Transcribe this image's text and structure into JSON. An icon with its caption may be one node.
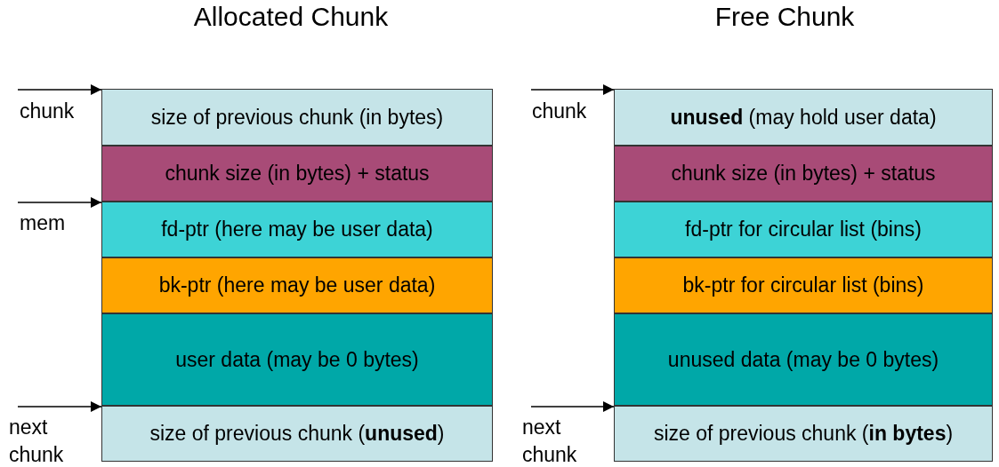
{
  "diagram": {
    "nodes": [
      {
        "text": [
          "chunk"
        ]
      },
      {
        "text": [
          "size of previous chunk (in bytes)"
        ]
      },
      {
        "text": [
          "chunk size (in bytes) + status"
        ]
      },
      {
        "text": [
          "mem"
        ]
      },
      {
        "text": [
          "fd-ptr (here may be user data)"
        ]
      },
      {
        "text": [
          "bk-ptr (here may be user data)"
        ]
      },
      {
        "text": [
          "user data (may be 0 bytes)"
        ]
      },
      {
        "text": [
          "next chunk"
        ]
      },
      {
        "text": [
          "size of previous chunk (**unused**)"
        ]
      },
      {
        "text": [
          "chunk"
        ]
      },
      {
        "text": [
          "**unused** (may hold user data)"
        ]
      },
      {
        "text": [
          "chunk size (in bytes) + status"
        ]
      },
      {
        "text": [
          "fd-ptr for circular list (bins)"
        ]
      },
      {
        "text": [
          "bk-ptr for circular list (bins)"
        ]
      },
      {
        "text": [
          "unused data (may be 0 bytes)"
        ]
      },
      {
        "text": [
          "next chunk"
        ]
      },
      {
        "text": [
          "size of previous chunk (**in bytes**)"
        ]
      }
    ],
    "edges": [
      {
        "from": 0,
        "to": 1,
        "arrow": "to"
      },
      {
        "from": 3,
        "to": 4,
        "arrow": "to"
      },
      {
        "from": 7,
        "to": 8,
        "arrow": "to"
      },
      {
        "from": 9,
        "to": 10,
        "arrow": "to"
      },
      {
        "from": 15,
        "to": 16,
        "arrow": "to"
      }
    ],
    "labels": [
      "Allocated Chunk",
      "Free Chunk"
    ]
  }
}
